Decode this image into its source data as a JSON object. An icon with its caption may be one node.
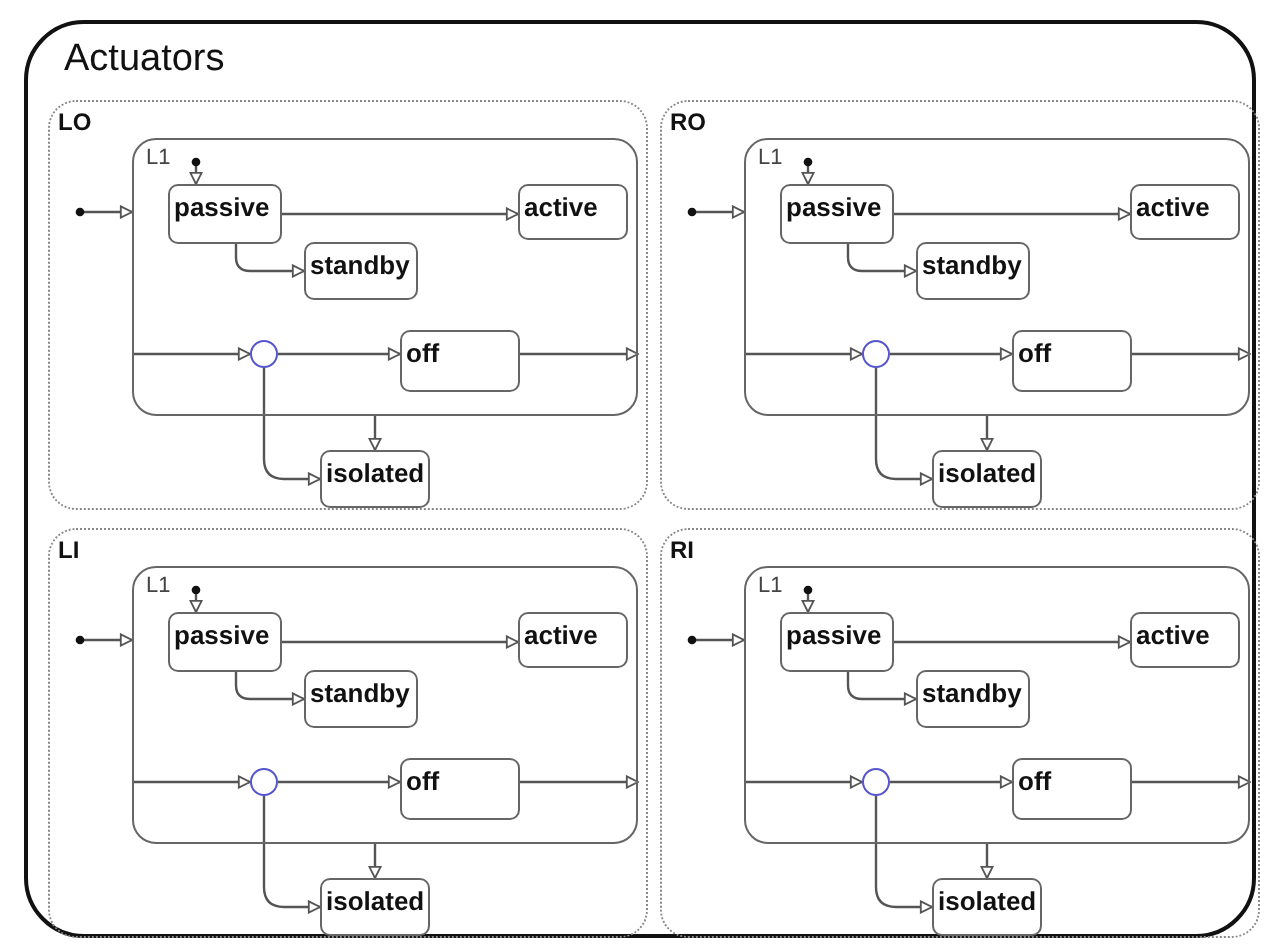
{
  "diagram": {
    "nodes": [
      {
        "text": [
          "Actuators"
        ]
      },
      {
        "text": [
          "LO"
        ],
        "in": 0
      },
      {
        "text": [
          "L1"
        ],
        "in": 1
      },
      {
        "text": [
          "passive"
        ],
        "in": 2
      },
      {
        "text": [
          "active"
        ],
        "in": 2
      },
      {
        "text": [
          "standby"
        ],
        "in": 2
      },
      {
        "text": [],
        "shape": "circle",
        "in": 2
      },
      {
        "text": [
          "off"
        ],
        "in": 2
      },
      {
        "text": [
          "isolated"
        ],
        "in": 1
      },
      {
        "text": [
          "RO"
        ],
        "in": 0
      },
      {
        "text": [
          "L1"
        ],
        "in": 9
      },
      {
        "text": [
          "passive"
        ],
        "in": 10
      },
      {
        "text": [
          "active"
        ],
        "in": 10
      },
      {
        "text": [
          "standby"
        ],
        "in": 10
      },
      {
        "text": [],
        "shape": "circle",
        "in": 10
      },
      {
        "text": [
          "off"
        ],
        "in": 10
      },
      {
        "text": [
          "isolated"
        ],
        "in": 9
      },
      {
        "text": [
          "LI"
        ],
        "in": 0
      },
      {
        "text": [
          "L1"
        ],
        "in": 17
      },
      {
        "text": [
          "passive"
        ],
        "in": 18
      },
      {
        "text": [
          "active"
        ],
        "in": 18
      },
      {
        "text": [
          "standby"
        ],
        "in": 18
      },
      {
        "text": [],
        "shape": "circle",
        "in": 18
      },
      {
        "text": [
          "off"
        ],
        "in": 18
      },
      {
        "text": [
          "isolated"
        ],
        "in": 17
      },
      {
        "text": [
          "RI"
        ],
        "in": 0
      },
      {
        "text": [
          "L1"
        ],
        "in": 25
      },
      {
        "text": [
          "passive"
        ],
        "in": 26
      },
      {
        "text": [
          "active"
        ],
        "in": 26
      },
      {
        "text": [
          "standby"
        ],
        "in": 26
      },
      {
        "text": [],
        "shape": "circle",
        "in": 26
      },
      {
        "text": [
          "off"
        ],
        "in": 26
      },
      {
        "text": [
          "isolated"
        ],
        "in": 25
      }
    ],
    "edges": [
      {
        "from": null,
        "to": 2,
        "arrow": "to"
      },
      {
        "from": null,
        "to": 3,
        "arrow": "to"
      },
      {
        "from": 3,
        "to": 4,
        "arrow": "to"
      },
      {
        "from": 3,
        "to": 5,
        "arrow": "to"
      },
      {
        "from": 2,
        "to": 6,
        "arrow": "to"
      },
      {
        "from": 6,
        "to": 7,
        "arrow": "to"
      },
      {
        "from": 7,
        "to": 2,
        "arrow": "to"
      },
      {
        "from": 6,
        "to": 8,
        "arrow": "to"
      },
      {
        "from": 2,
        "to": 8,
        "arrow": "to"
      },
      {
        "from": null,
        "to": 10,
        "arrow": "to"
      },
      {
        "from": null,
        "to": 11,
        "arrow": "to"
      },
      {
        "from": 11,
        "to": 12,
        "arrow": "to"
      },
      {
        "from": 11,
        "to": 13,
        "arrow": "to"
      },
      {
        "from": 10,
        "to": 14,
        "arrow": "to"
      },
      {
        "from": 14,
        "to": 15,
        "arrow": "to"
      },
      {
        "from": 15,
        "to": 10,
        "arrow": "to"
      },
      {
        "from": 14,
        "to": 16,
        "arrow": "to"
      },
      {
        "from": 10,
        "to": 16,
        "arrow": "to"
      },
      {
        "from": null,
        "to": 18,
        "arrow": "to"
      },
      {
        "from": null,
        "to": 19,
        "arrow": "to"
      },
      {
        "from": 19,
        "to": 20,
        "arrow": "to"
      },
      {
        "from": 19,
        "to": 21,
        "arrow": "to"
      },
      {
        "from": 18,
        "to": 22,
        "arrow": "to"
      },
      {
        "from": 22,
        "to": 23,
        "arrow": "to"
      },
      {
        "from": 23,
        "to": 18,
        "arrow": "to"
      },
      {
        "from": 22,
        "to": 24,
        "arrow": "to"
      },
      {
        "from": 18,
        "to": 24,
        "arrow": "to"
      },
      {
        "from": null,
        "to": 26,
        "arrow": "to"
      },
      {
        "from": null,
        "to": 27,
        "arrow": "to"
      },
      {
        "from": 27,
        "to": 28,
        "arrow": "to"
      },
      {
        "from": 27,
        "to": 29,
        "arrow": "to"
      },
      {
        "from": 26,
        "to": 30,
        "arrow": "to"
      },
      {
        "from": 30,
        "to": 31,
        "arrow": "to"
      },
      {
        "from": 31,
        "to": 26,
        "arrow": "to"
      },
      {
        "from": 30,
        "to": 32,
        "arrow": "to"
      },
      {
        "from": 26,
        "to": 32,
        "arrow": "to"
      }
    ]
  }
}
